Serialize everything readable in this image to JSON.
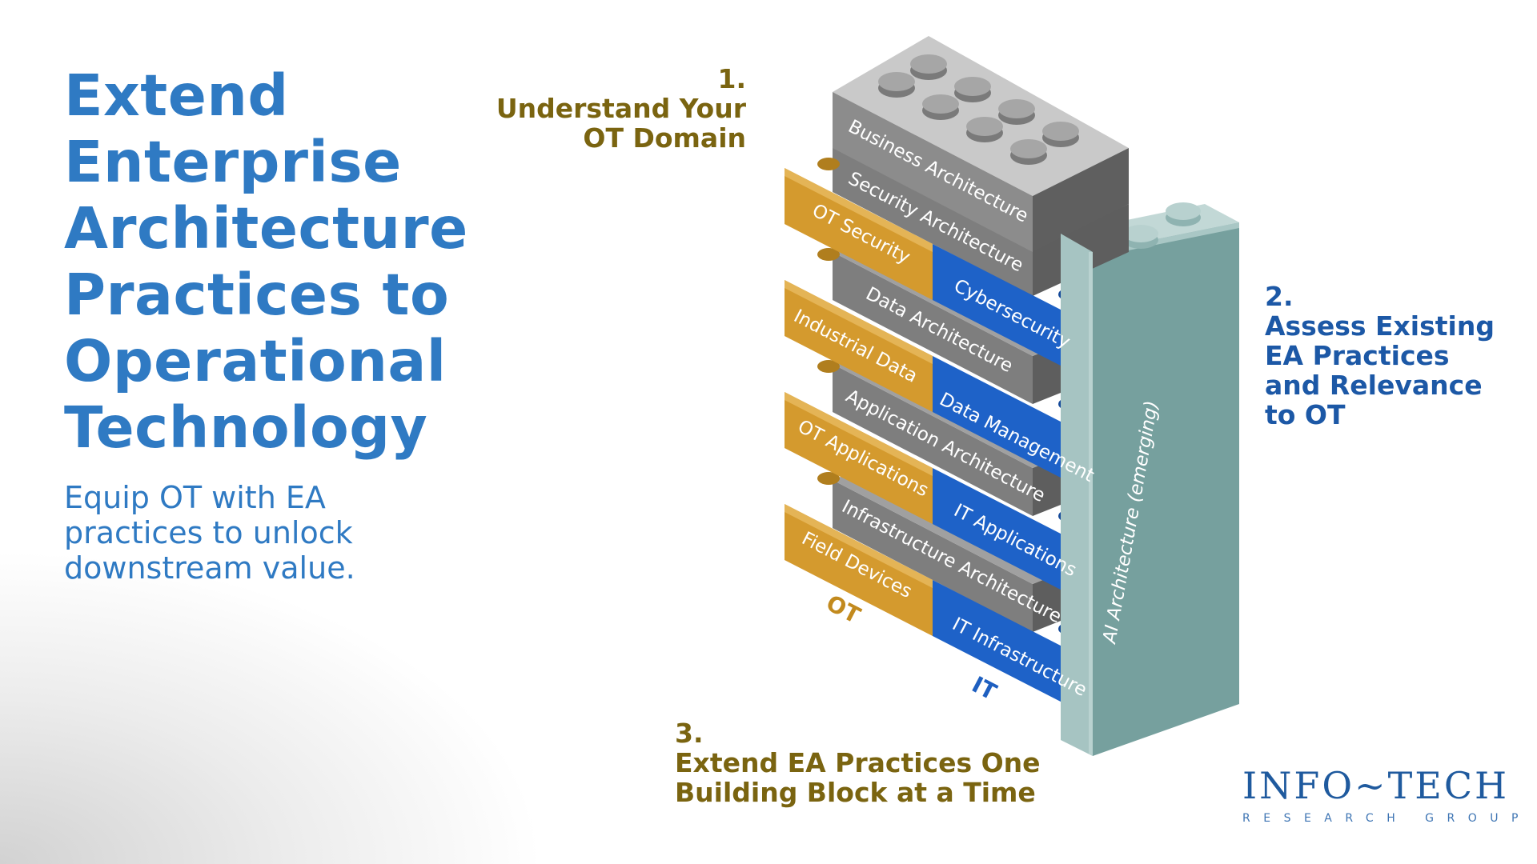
{
  "title_lines": [
    "Extend",
    "Enterprise",
    "Architecture",
    "Practices to",
    "Operational",
    "Technology"
  ],
  "subtitle_lines": [
    "Equip OT with EA",
    "practices to unlock",
    "downstream value."
  ],
  "step1": {
    "num": "1.",
    "lines": [
      "Understand Your",
      "OT Domain"
    ]
  },
  "step2": {
    "num": "2.",
    "lines": [
      "Assess Existing",
      "EA Practices",
      "and Relevance",
      "to OT"
    ]
  },
  "step3": {
    "num": "3.",
    "lines": [
      "Extend EA Practices One",
      "Building Block at a Time"
    ]
  },
  "blocks": {
    "business": "Business Architecture",
    "security": "Security Architecture",
    "ot_security": "OT Security",
    "cybersecurity": "Cybersecurity",
    "data_arch": "Data Architecture",
    "industrial_data": "Industrial Data",
    "data_mgmt": "Data Management",
    "app_arch": "Application Architecture",
    "ot_apps": "OT Applications",
    "it_apps": "IT Applications",
    "infra_arch": "Infrastructure Architecture",
    "field_devices": "Field Devices",
    "it_infra": "IT Infrastructure",
    "ai_arch": "AI Architecture (emerging)",
    "ot_label": "OT",
    "it_label": "IT"
  },
  "colors": {
    "title_blue": "#2f7ac3",
    "step_gold": "#7a6410",
    "step_blue": "#1c58a6",
    "gray_block": "#8c8c8c",
    "gold_block": "#d49a2e",
    "blue_block": "#1e62c8",
    "teal_block": "#94b8b6"
  },
  "logo": {
    "main": "INFO~TECH",
    "sub": "RESEARCH GROUP"
  }
}
